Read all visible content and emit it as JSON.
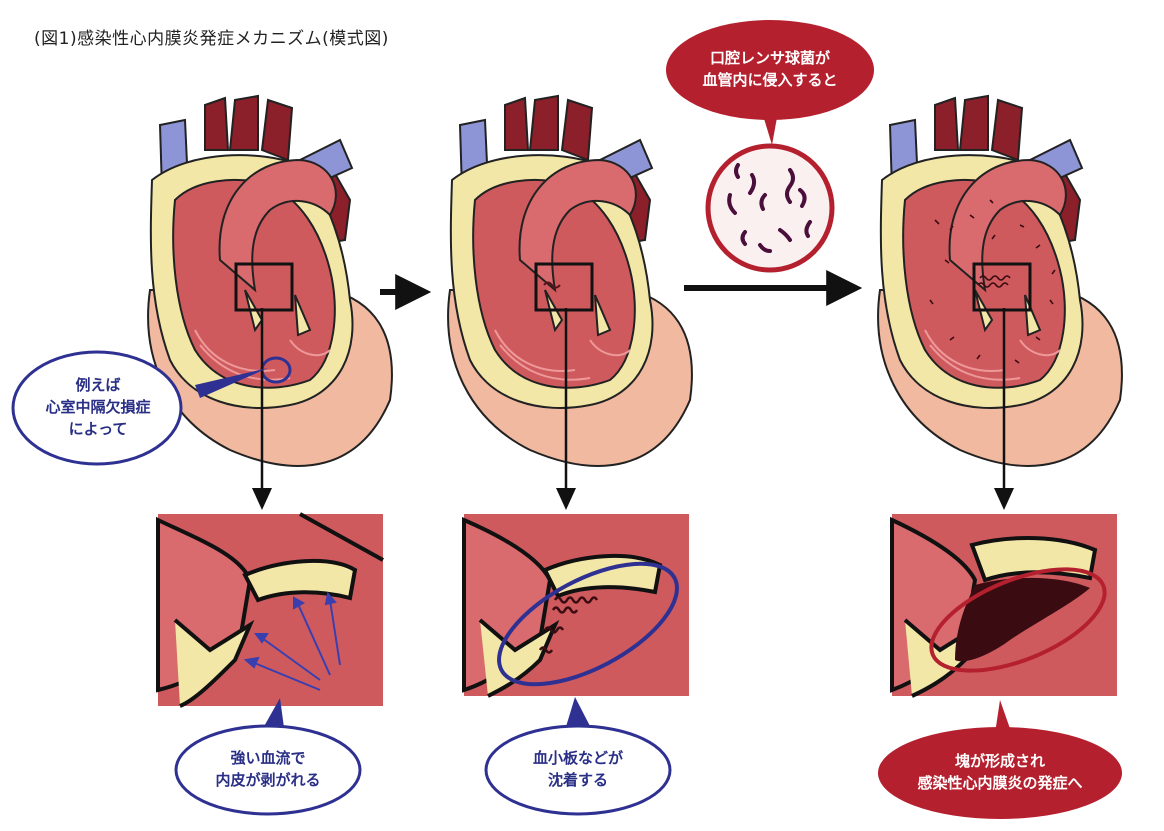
{
  "title": "(図1)感染性心内膜炎発症メカニズム(模式図)",
  "colors": {
    "blue": "#2f3192",
    "red": "#b5202e",
    "myocardium": "#cf5a5e",
    "endocardium": "#f3e7a8",
    "vein": "#8d95d6",
    "artery": "#8b1f2a",
    "pericardium": "#f0b9a0"
  },
  "bubbles": {
    "septal_defect": "例えば\n心室中隔欠損症\nによって",
    "blood_flow": "強い血流で\n内皮が剥がれる",
    "platelets": "血小板などが\n沈着する",
    "bacteria": "口腔レンサ球菌が\n血管内に侵入すると",
    "onset": "塊が形成され\n感染性心内膜炎の発症へ"
  },
  "icons": [
    "heart-illustration",
    "arrow-right-icon",
    "arrow-down-icon",
    "bacteria-icon",
    "callout-bubble"
  ]
}
